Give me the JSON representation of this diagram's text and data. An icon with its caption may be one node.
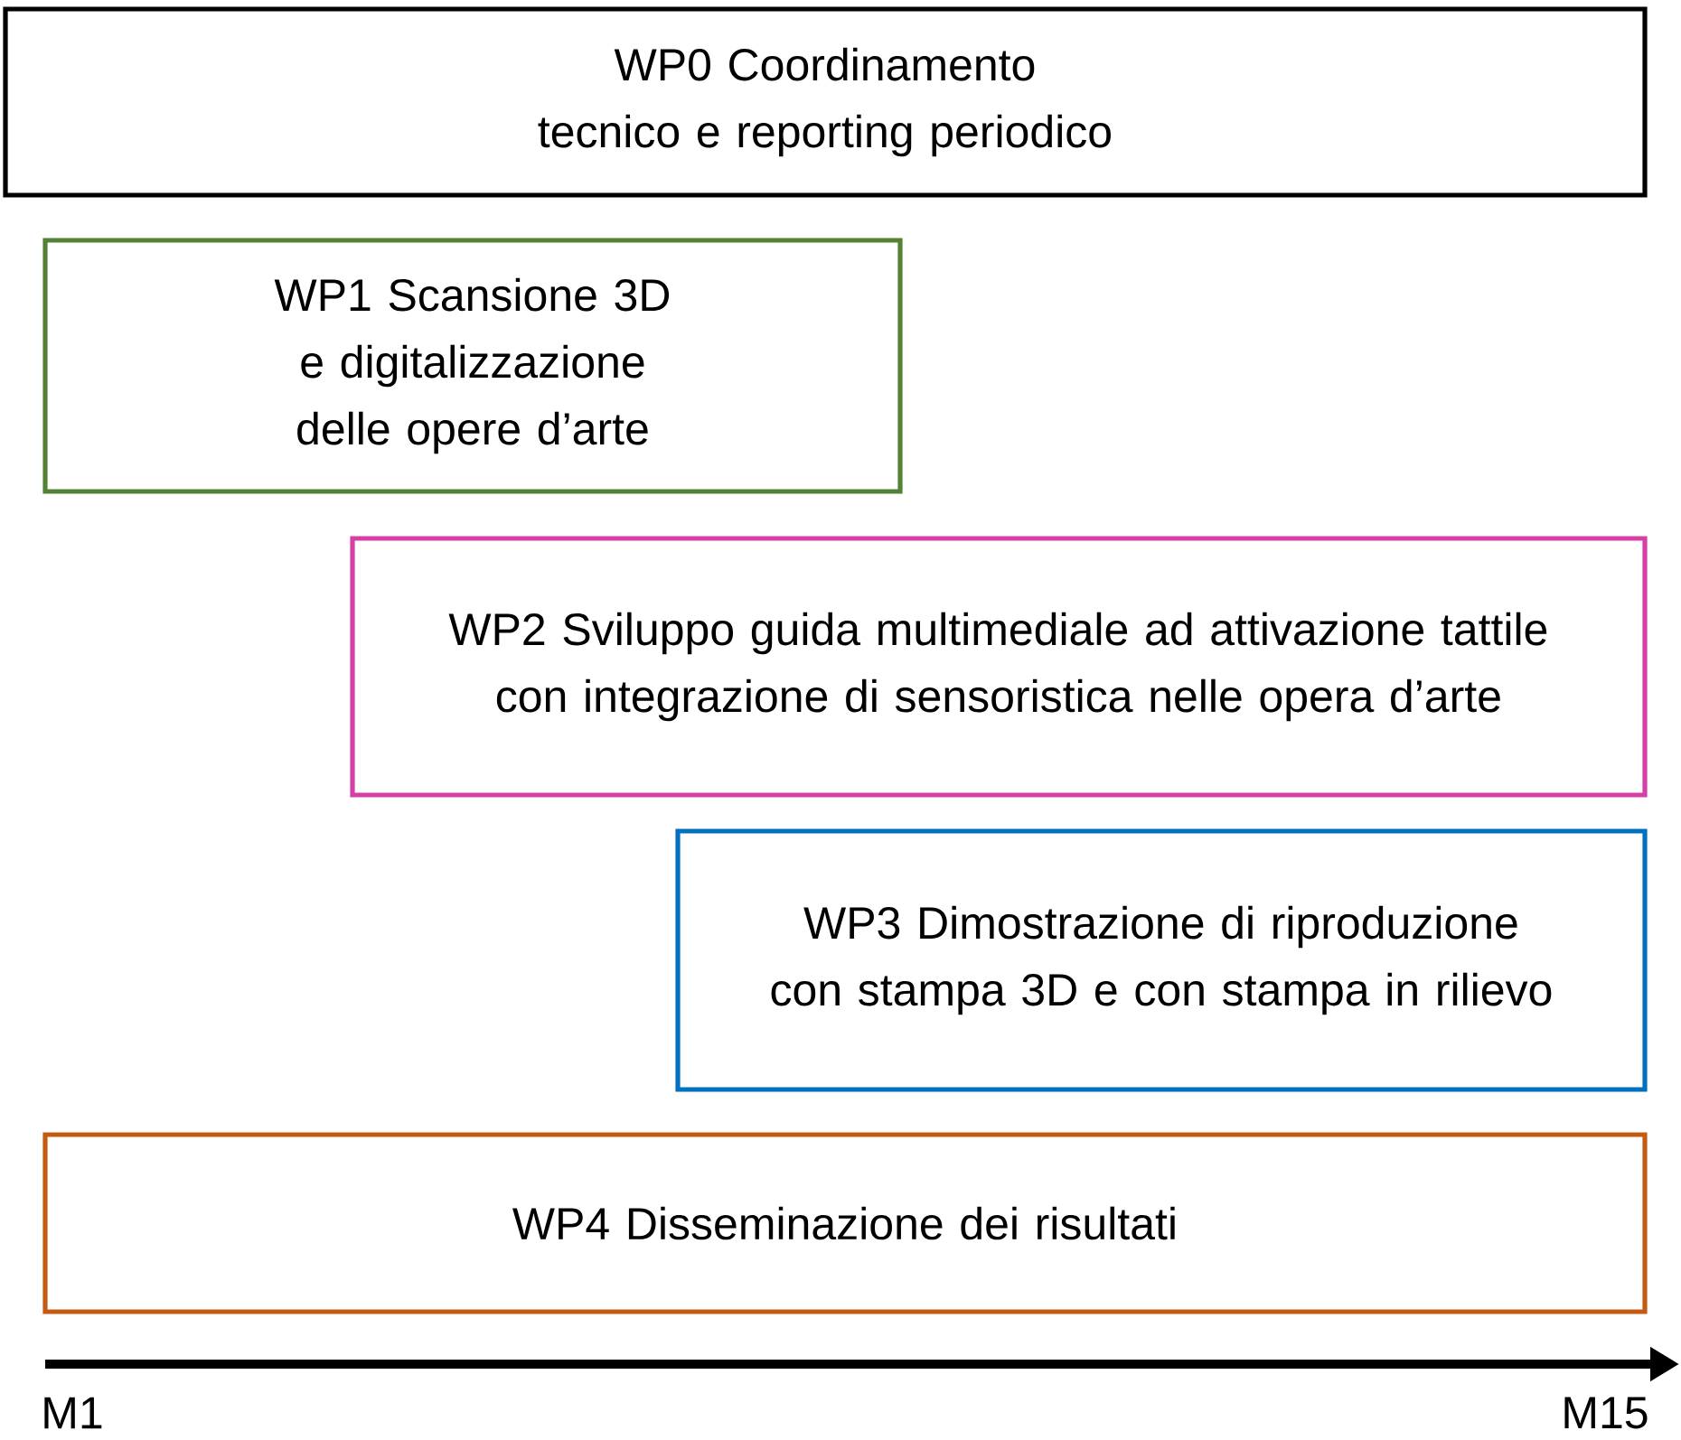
{
  "diagram": {
    "nodes": [
      {
        "text": [
          "WP0 Coordinamento tecnico e reporting periodico"
        ]
      },
      {
        "text": [
          "WP1 Scansione 3D e digitalizzazione delle opere d’arte"
        ]
      },
      {
        "text": [
          "WP2 Sviluppo guida multimediale ad attivazione tattile con integrazione di sensoristica nelle opera d’arte"
        ]
      },
      {
        "text": [
          "WP3 Dimostrazione di riproduzione con stampa 3D e con stampa in rilievo"
        ]
      },
      {
        "text": [
          "WP4 Disseminazione dei risultati"
        ]
      }
    ],
    "labels": [
      "M1",
      "M15"
    ]
  }
}
